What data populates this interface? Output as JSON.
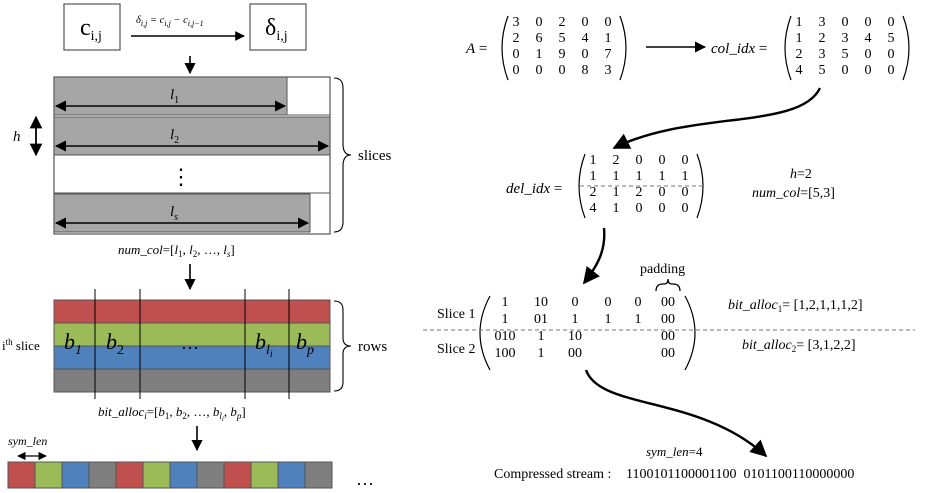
{
  "left": {
    "c_box": "c",
    "c_sub": "i,j",
    "delta_box": "δ",
    "delta_sub": "i,j",
    "delta_formula": {
      "lhs": "δ",
      "lhs_sub": "i,j",
      "eq1": " = c",
      "c1_sub": "i,j",
      "minus": " − c",
      "c2_sub": "i,j−1"
    },
    "lengths": [
      {
        "l": "l",
        "sub": "1"
      },
      {
        "l": "l",
        "sub": "2"
      },
      {
        "l": "l",
        "sub": "s"
      }
    ],
    "h_label": "h",
    "dots_vertical": "⋮",
    "slices_label": "slices",
    "num_col": {
      "name": "num_col",
      "eq": "=[",
      "l": "l",
      "s1": "1",
      "s2": "2",
      "s3": "s",
      "dots": ", …, ",
      "close": "]",
      "comma": ", "
    },
    "ith_slice": {
      "i": "i",
      "sup": "th",
      "text": " slice"
    },
    "rows_label": "rows",
    "b_labels": [
      {
        "b": "b",
        "sub": "1"
      },
      {
        "b": "b",
        "sub": "2"
      },
      {
        "b": "…",
        "sub": ""
      },
      {
        "b": "b",
        "sub": "l",
        "subsub": "i"
      },
      {
        "b": "b",
        "sub": "p"
      }
    ],
    "bit_alloc": {
      "name": "bit_alloc",
      "sub": "i",
      "eq": "=[",
      "b": "b",
      "s1": "1",
      "s2": "2",
      "s3": "l",
      "s3sub": "i",
      "s4": "p",
      "dots": ", …, ",
      "close": "]",
      "comma": ", "
    },
    "sym_len_label": "sym_len",
    "stream_dots": "…",
    "colors": {
      "red": "#c0504d",
      "green": "#9bbb59",
      "blue": "#4f81bd",
      "gray": "#7f7f7f",
      "box_gray": "#a6a6a6"
    }
  },
  "right": {
    "A_label": "A",
    "eq": " =",
    "A_matrix": [
      [
        "3",
        "0",
        "2",
        "0",
        "0"
      ],
      [
        "2",
        "6",
        "5",
        "4",
        "1"
      ],
      [
        "0",
        "1",
        "9",
        "0",
        "7"
      ],
      [
        "0",
        "0",
        "0",
        "8",
        "3"
      ]
    ],
    "col_idx_label": "col_idx",
    "col_idx_matrix": [
      [
        "1",
        "3",
        "0",
        "0",
        "0"
      ],
      [
        "1",
        "2",
        "3",
        "4",
        "5"
      ],
      [
        "2",
        "3",
        "5",
        "0",
        "0"
      ],
      [
        "4",
        "5",
        "0",
        "0",
        "0"
      ]
    ],
    "del_idx_label": "del_idx",
    "del_idx_matrix": [
      [
        "1",
        "2",
        "0",
        "0",
        "0"
      ],
      [
        "1",
        "1",
        "1",
        "1",
        "1"
      ],
      [
        "2",
        "1",
        "2",
        "0",
        "0"
      ],
      [
        "4",
        "1",
        "0",
        "0",
        "0"
      ]
    ],
    "h_eq": {
      "name": "h",
      "val": "=2"
    },
    "num_col_eq": {
      "name": "num_col",
      "val": "=[5,3]"
    },
    "padding_label": "padding",
    "slice1_label": "Slice 1",
    "slice2_label": "Slice 2",
    "encoded_rows": [
      [
        "1",
        "10",
        "0",
        "0",
        "0",
        "00"
      ],
      [
        "1",
        "01",
        "1",
        "1",
        "1",
        "00"
      ],
      [
        "010",
        "1",
        "10",
        "",
        "",
        "00"
      ],
      [
        "100",
        "1",
        "00",
        "",
        "",
        "00"
      ]
    ],
    "bit_alloc1": {
      "name": "bit_alloc",
      "sub": "1",
      "val": "= [1,2,1,1,1,2]"
    },
    "bit_alloc2": {
      "name": "bit_alloc",
      "sub": "2",
      "val": "= [3,1,2,2]"
    },
    "sym_len_eq": {
      "name": "sym_len",
      "val": "=4"
    },
    "compressed_label": "Compressed stream :",
    "compressed_value": "1100101100001100  0101100110000000"
  }
}
